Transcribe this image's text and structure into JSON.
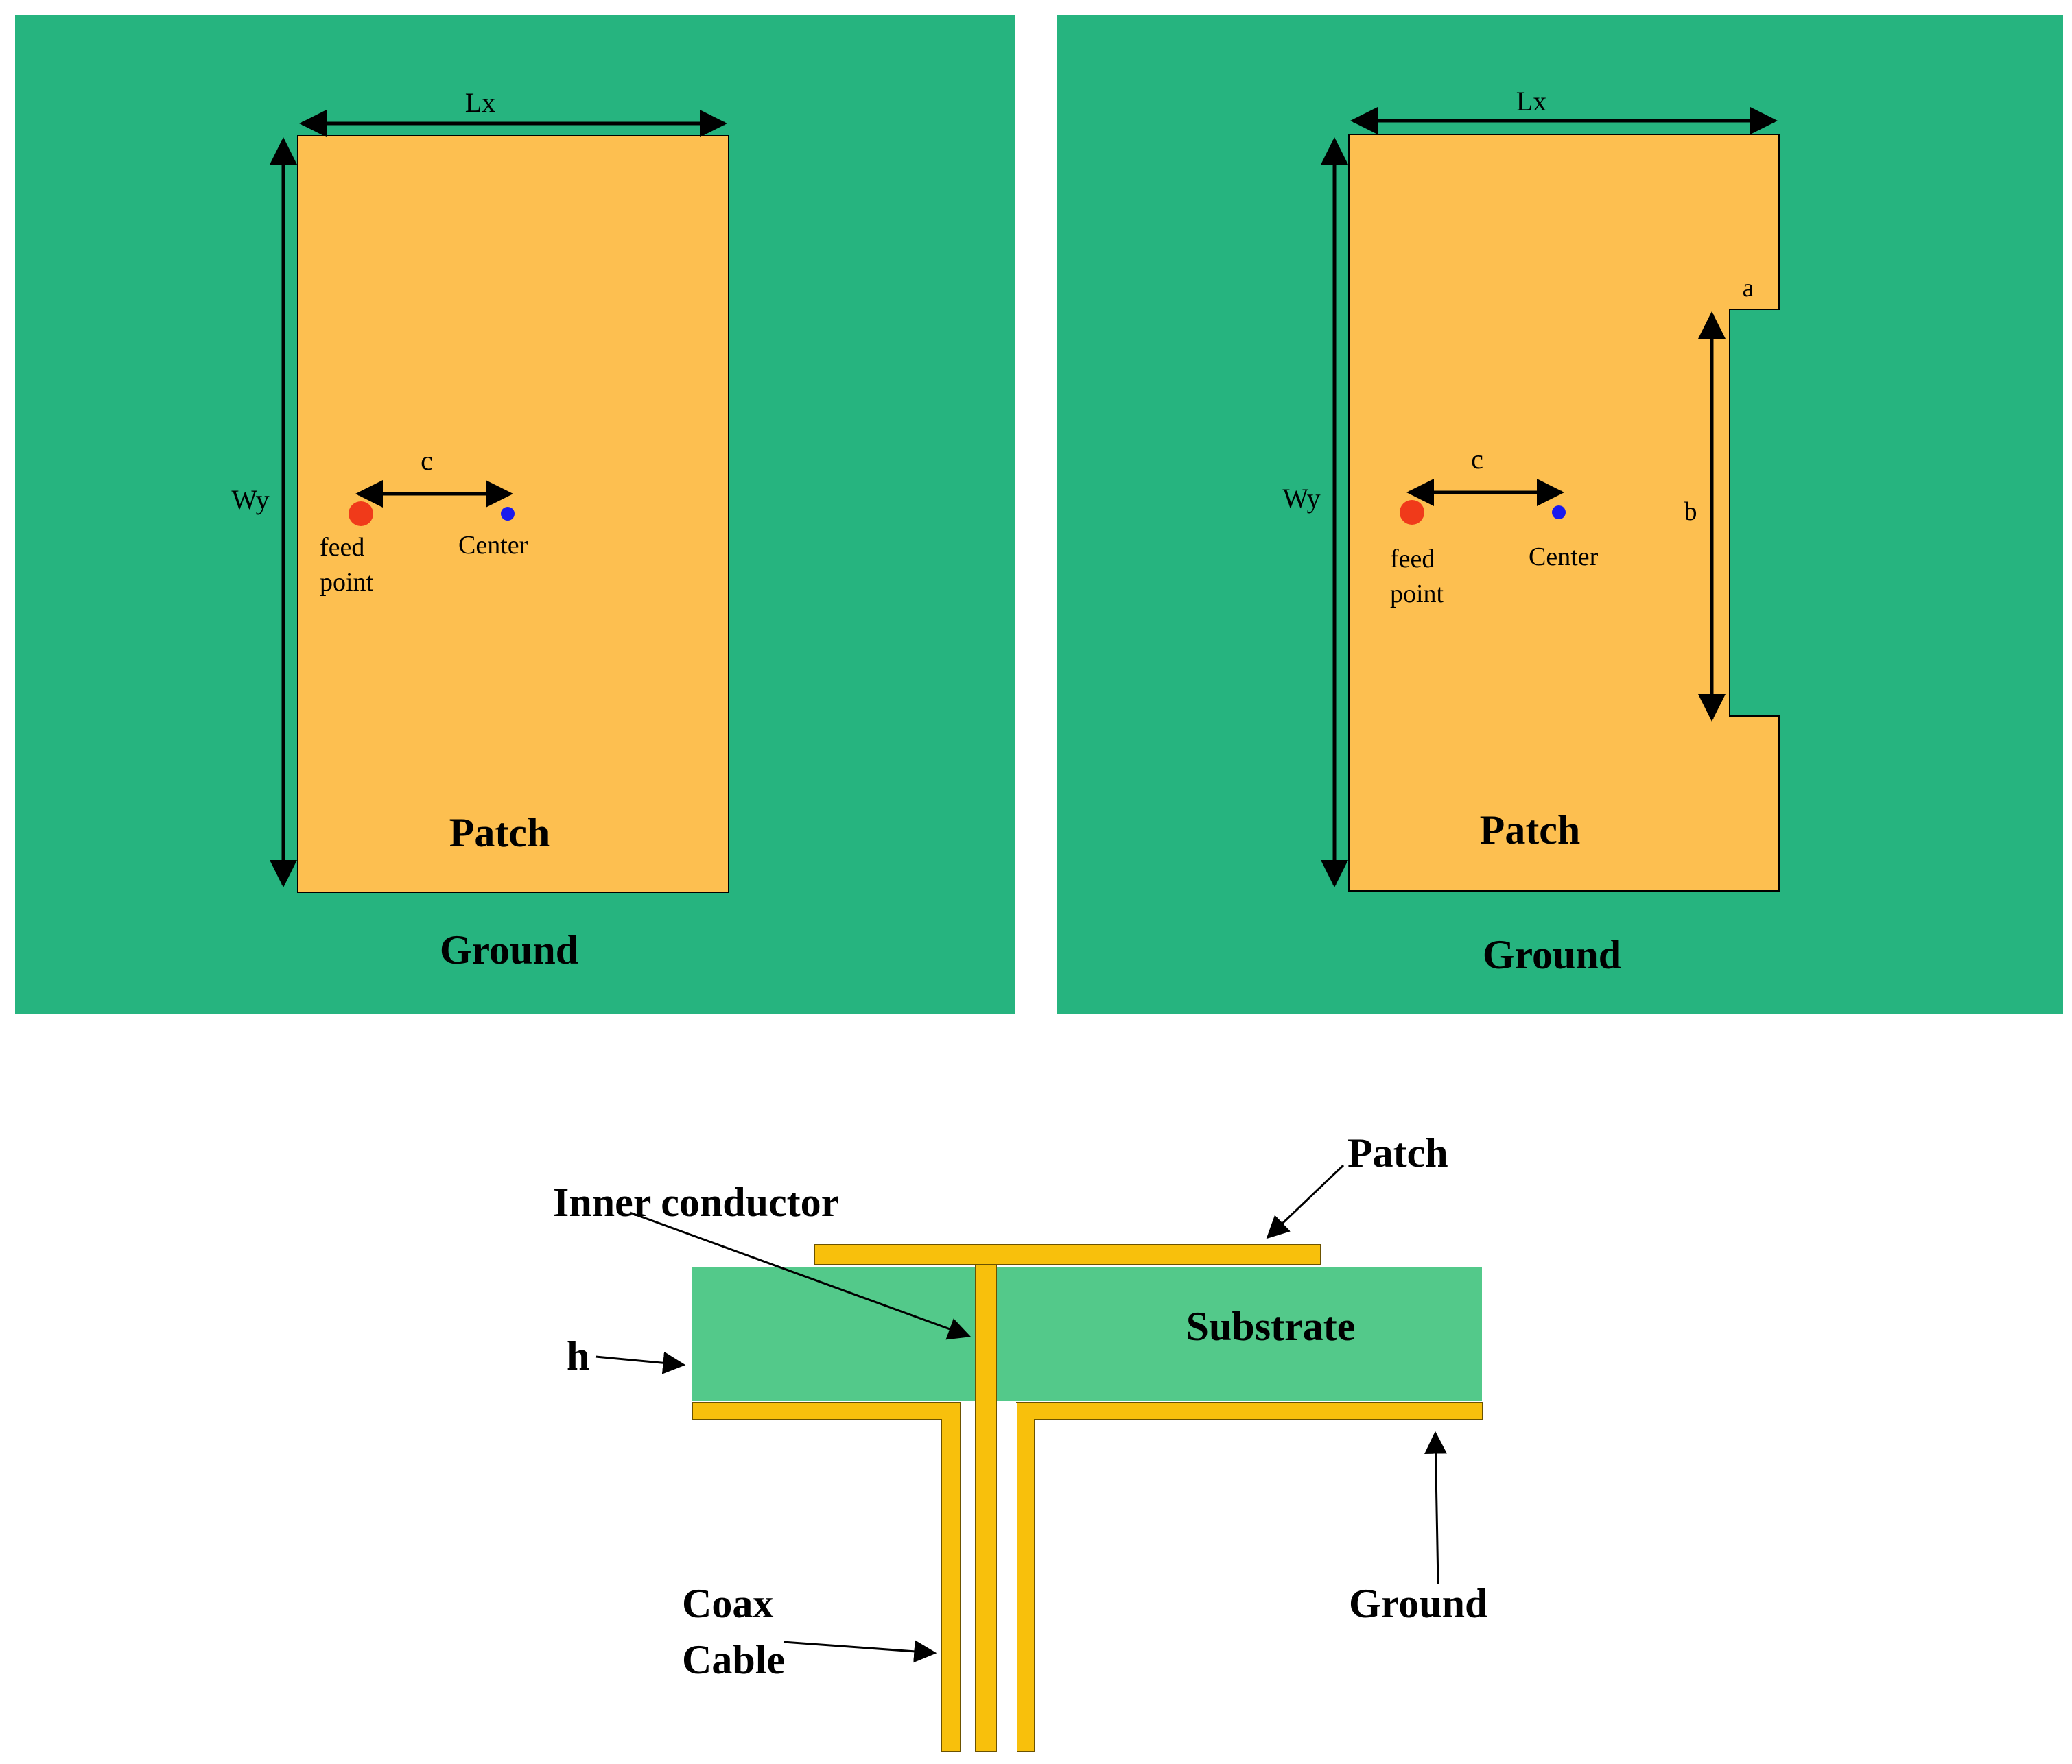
{
  "colors": {
    "ground": "#26b47f",
    "patch": "#fdbf50",
    "substrate": "#53c98a",
    "conductor": "#f8c00c",
    "feed": "#f03a1a",
    "center": "#1a1aee"
  },
  "left_panel": {
    "lx": "Lx",
    "wy": "Wy",
    "c": "c",
    "feed_line1": "feed",
    "feed_line2": "point",
    "center": "Center",
    "patch": "Patch",
    "ground": "Ground"
  },
  "right_panel": {
    "lx": "Lx",
    "wy": "Wy",
    "c": "c",
    "a": "a",
    "b": "b",
    "feed_line1": "feed",
    "feed_line2": "point",
    "center": "Center",
    "patch": "Patch",
    "ground": "Ground"
  },
  "cross_section": {
    "patch": "Patch",
    "inner_conductor": "Inner conductor",
    "substrate": "Substrate",
    "h": "h",
    "ground": "Ground",
    "coax_line1": "Coax",
    "coax_line2": "Cable"
  }
}
